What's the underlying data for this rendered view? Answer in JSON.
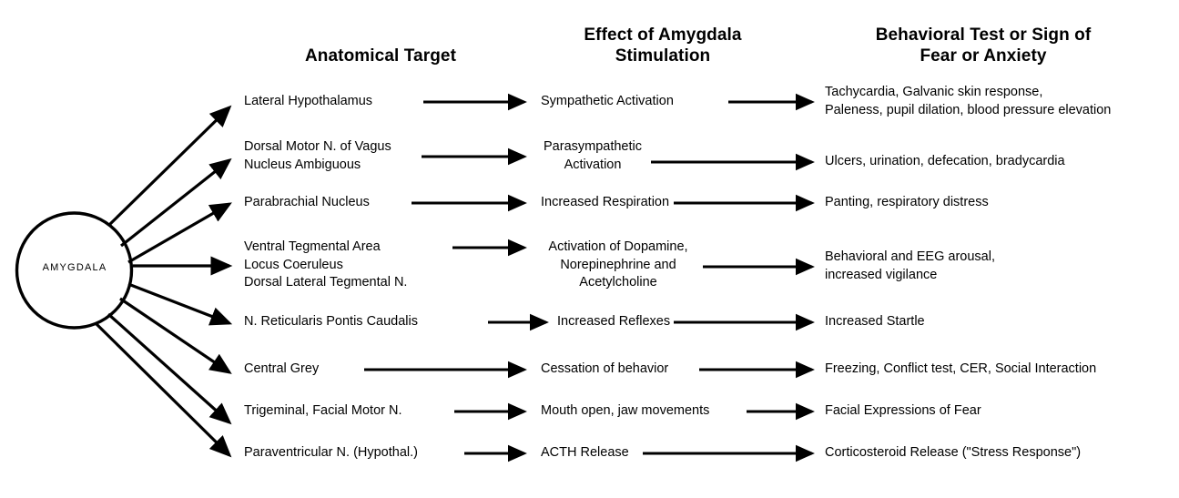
{
  "figure": {
    "hub": {
      "label": "AMYGDALA"
    },
    "headers": {
      "anatomical": "Anatomical Target",
      "effect": "Effect of Amygdala\nStimulation",
      "behavioral": "Behavioral Test or Sign of\nFear or Anxiety"
    },
    "rows": [
      {
        "target": "Lateral Hypothalamus",
        "effect": "Sympathetic Activation",
        "behavior": "Tachycardia, Galvanic skin response,\nPaleness, pupil dilation, blood pressure elevation"
      },
      {
        "target": "Dorsal Motor N. of Vagus\nNucleus Ambiguous",
        "effect": "Parasympathetic\nActivation",
        "behavior": "Ulcers, urination, defecation, bradycardia"
      },
      {
        "target": "Parabrachial Nucleus",
        "effect": "Increased Respiration",
        "behavior": "Panting, respiratory distress"
      },
      {
        "target": "Ventral Tegmental Area\nLocus Coeruleus\nDorsal Lateral Tegmental N.",
        "effect": "Activation of Dopamine,\nNorepinephrine and\nAcetylcholine",
        "behavior": "Behavioral and EEG arousal,\nincreased vigilance"
      },
      {
        "target": "N. Reticularis Pontis Caudalis",
        "effect": "Increased Reflexes",
        "behavior": "Increased Startle"
      },
      {
        "target": "Central Grey",
        "effect": "Cessation of behavior",
        "behavior": "Freezing, Conflict test, CER, Social Interaction"
      },
      {
        "target": "Trigeminal, Facial Motor N.",
        "effect": "Mouth open, jaw movements",
        "behavior": "Facial Expressions of Fear"
      },
      {
        "target": "Paraventricular N. (Hypothal.)",
        "effect": "ACTH Release",
        "behavior": "Corticosteroid Release (\"Stress Response\")"
      }
    ]
  },
  "colors": {
    "ink": "#000000",
    "background": "#ffffff"
  }
}
